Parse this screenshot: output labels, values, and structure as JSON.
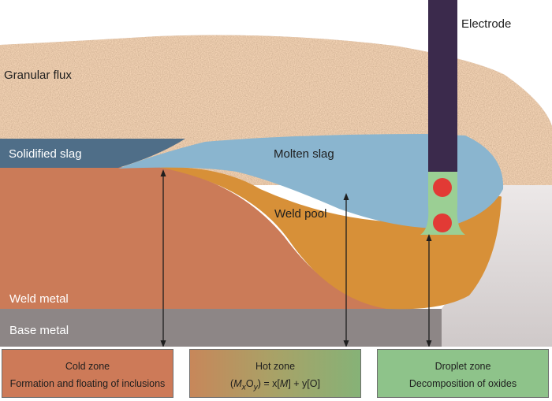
{
  "labels": {
    "electrode": "Electrode",
    "granular_flux": "Granular flux",
    "solidified_slag": "Solidified slag",
    "molten_slag": "Molten slag",
    "weld_pool": "Weld pool",
    "weld_metal": "Weld metal",
    "base_metal": "Base metal"
  },
  "zones": {
    "cold": {
      "title": "Cold zone",
      "desc": "Formation and floating of inclusions"
    },
    "hot": {
      "title": "Hot zone",
      "eq": {
        "open": "(",
        "m": "M",
        "x": "x",
        "o": "O",
        "y": "y",
        "close": ")",
        "rhs1": " = x[",
        "rhs2": "] + y[O]"
      }
    },
    "droplet": {
      "title": "Droplet zone",
      "desc": "Decomposition of oxides"
    }
  },
  "colors": {
    "flux": "#c09270",
    "solidified_slag": "#4f6e88",
    "molten_slag": "#8ab5cf",
    "weld_metal": "#cb7b58",
    "weld_pool": "#d79038",
    "base_metal": "#8d8686",
    "electrode": "#3b2a4c",
    "arc": "#9bcf94",
    "droplet": "#e23a35"
  }
}
